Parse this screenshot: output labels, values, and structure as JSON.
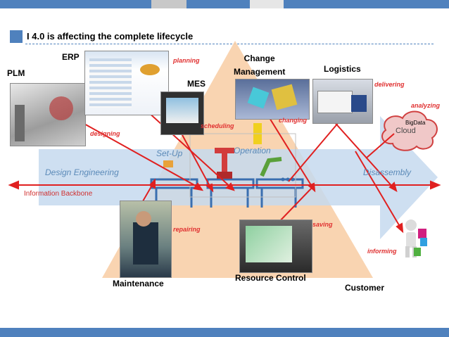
{
  "header": {
    "title": "I 4.0 is affecting the complete lifecycle",
    "colors": {
      "bar": "#4f81bd",
      "bar_light": "#c8c8c8",
      "arrow": "#c5d9ef",
      "triangle": "#f8cfa8",
      "red": "#e02020"
    }
  },
  "systems": {
    "plm": "PLM",
    "erp": "ERP",
    "mes": "MES",
    "change_management": "Change\nManagement",
    "logistics": "Logistics",
    "maintenance": "Maintenance",
    "resource_control": "Resource Control",
    "customer": "Customer"
  },
  "activities": {
    "designing": "designing",
    "planning": "planning",
    "scheduling": "scheduling",
    "changing": "changing",
    "delivering": "delivering",
    "analyzing": "analyzing",
    "repairing": "repairing",
    "saving": "saving",
    "informing": "informing"
  },
  "phases": {
    "design_engineering": "Design  Engineering",
    "setup": "Set-Up",
    "operation": "Operation",
    "disassembly": "Disassembly"
  },
  "backbone": {
    "label": "Information Backbone"
  },
  "cloud": {
    "label": "Cloud",
    "tag": "BigData"
  },
  "icons": [
    "photo-plm",
    "photo-erp",
    "photo-mes-tablet",
    "photo-cad",
    "photo-truck",
    "photo-maintenance",
    "photo-tablet-hand",
    "customer-icon",
    "cloud-icon",
    "robot-icon"
  ]
}
